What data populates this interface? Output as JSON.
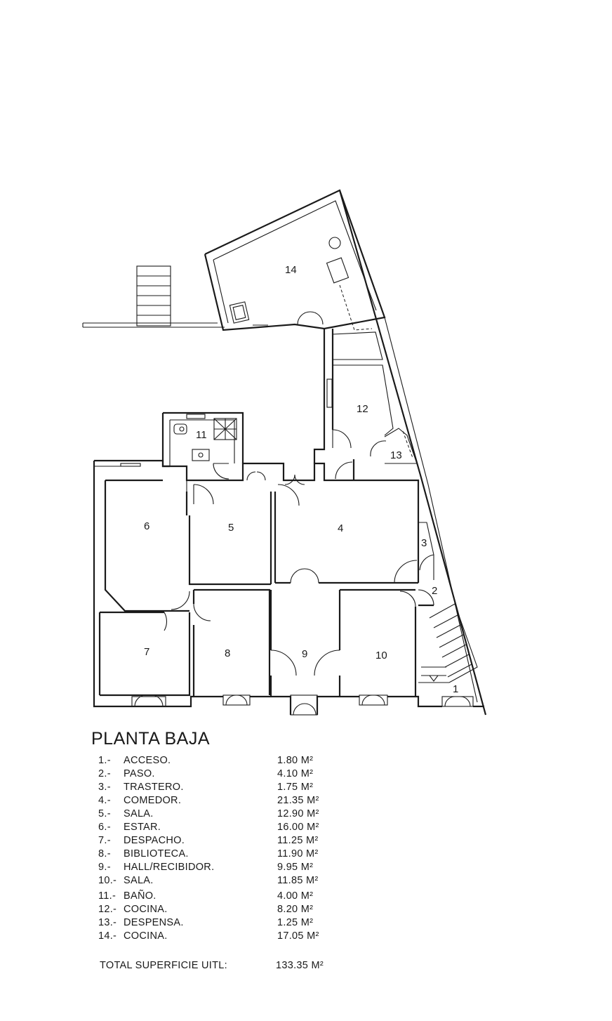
{
  "plan": {
    "room_labels": [
      "1",
      "2",
      "3",
      "4",
      "5",
      "6",
      "7",
      "8",
      "9",
      "10",
      "11",
      "12",
      "13",
      "14"
    ]
  },
  "legend": {
    "title": "PLANTA BAJA",
    "rooms": [
      {
        "num": "1.-",
        "name": "ACCESO.",
        "area": "1.80 M²"
      },
      {
        "num": "2.-",
        "name": "PASO.",
        "area": "4.10 M²"
      },
      {
        "num": "3.-",
        "name": "TRASTERO.",
        "area": "1.75 M²"
      },
      {
        "num": "4.-",
        "name": "COMEDOR.",
        "area": "21.35 M²"
      },
      {
        "num": "5.-",
        "name": "SALA.",
        "area": "12.90 M²"
      },
      {
        "num": "6.-",
        "name": "ESTAR.",
        "area": "16.00 M²"
      },
      {
        "num": "7.-",
        "name": "DESPACHO.",
        "area": "11.25 M²"
      },
      {
        "num": "8.-",
        "name": "BIBLIOTECA.",
        "area": "11.90 M²"
      },
      {
        "num": "9.-",
        "name": "HALL/RECIBIDOR.",
        "area": "9.95 M²"
      },
      {
        "num": "10.-",
        "name": "SALA.",
        "area": "11.85 M²"
      },
      {
        "num": "11.-",
        "name": "BAÑO.",
        "area": "4.00 M²"
      },
      {
        "num": "12.-",
        "name": "COCINA.",
        "area": "8.20 M²"
      },
      {
        "num": "13.-",
        "name": "DESPENSA.",
        "area": "1.25 M²"
      },
      {
        "num": "14.-",
        "name": "COCINA.",
        "area": "17.05 M²"
      }
    ],
    "total_label": "TOTAL SUPERFICIE UITL:",
    "total_area": "133.35 M²"
  }
}
